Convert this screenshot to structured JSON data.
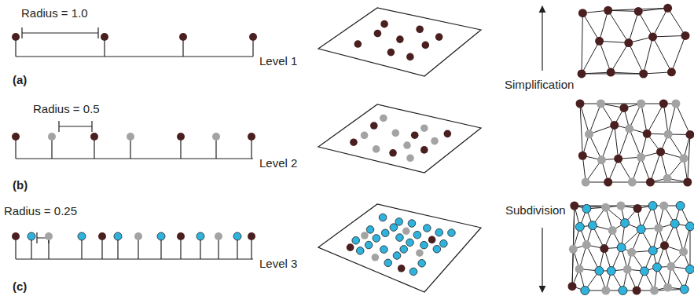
{
  "diagram": {
    "labels": [
      "Radius = 1.0",
      "Level 1",
      "(a)",
      "Simplification",
      "Radius = 0.5",
      "Level 2",
      "(b)",
      "Subdivision",
      "Radius = 0.25",
      "Level 3",
      "(c)"
    ]
  }
}
